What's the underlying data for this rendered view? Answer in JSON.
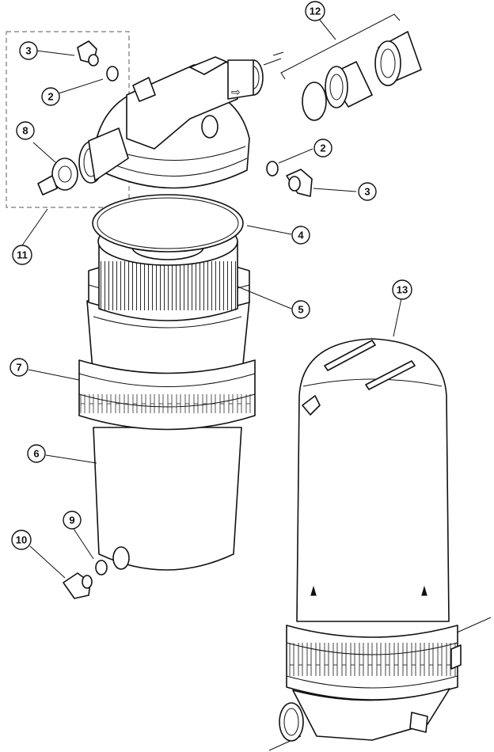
{
  "callouts": [
    {
      "key": "c3a",
      "label": "3"
    },
    {
      "key": "c2a",
      "label": "2"
    },
    {
      "key": "c8",
      "label": "8"
    },
    {
      "key": "c11",
      "label": "11"
    },
    {
      "key": "c12",
      "label": "12"
    },
    {
      "key": "c2b",
      "label": "2"
    },
    {
      "key": "c3b",
      "label": "3"
    },
    {
      "key": "c4",
      "label": "4"
    },
    {
      "key": "c5",
      "label": "5"
    },
    {
      "key": "c7",
      "label": "7"
    },
    {
      "key": "c6",
      "label": "6"
    },
    {
      "key": "c13",
      "label": "13"
    },
    {
      "key": "c9",
      "label": "9"
    },
    {
      "key": "c10",
      "label": "10"
    }
  ]
}
